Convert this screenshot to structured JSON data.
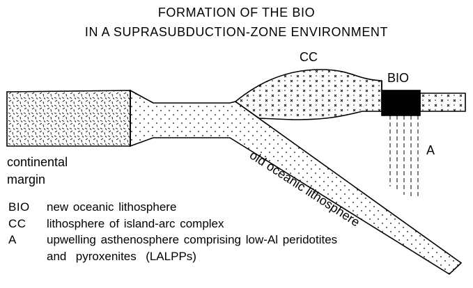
{
  "title": {
    "line1": "FORMATION OF THE BIO",
    "line2": "IN A SUPRASUBDUCTION-ZONE ENVIRONMENT"
  },
  "diagram": {
    "labels": {
      "cc": "CC",
      "bio": "BIO",
      "a": "A",
      "continental_line1": "continental",
      "continental_line2": "margin",
      "old_oceanic": "old oceanic lithosphere"
    },
    "colors": {
      "ink": "#000000",
      "paper": "#ffffff"
    }
  },
  "legend": [
    {
      "key": "BIO",
      "text": "new oceanic lithosphere"
    },
    {
      "key": "CC",
      "text": "lithosphere of island-arc complex"
    },
    {
      "key": "A",
      "text": "upwelling asthenosphere comprising low-Al peridotites\nand  pyroxenites  (LALPPs)"
    }
  ]
}
